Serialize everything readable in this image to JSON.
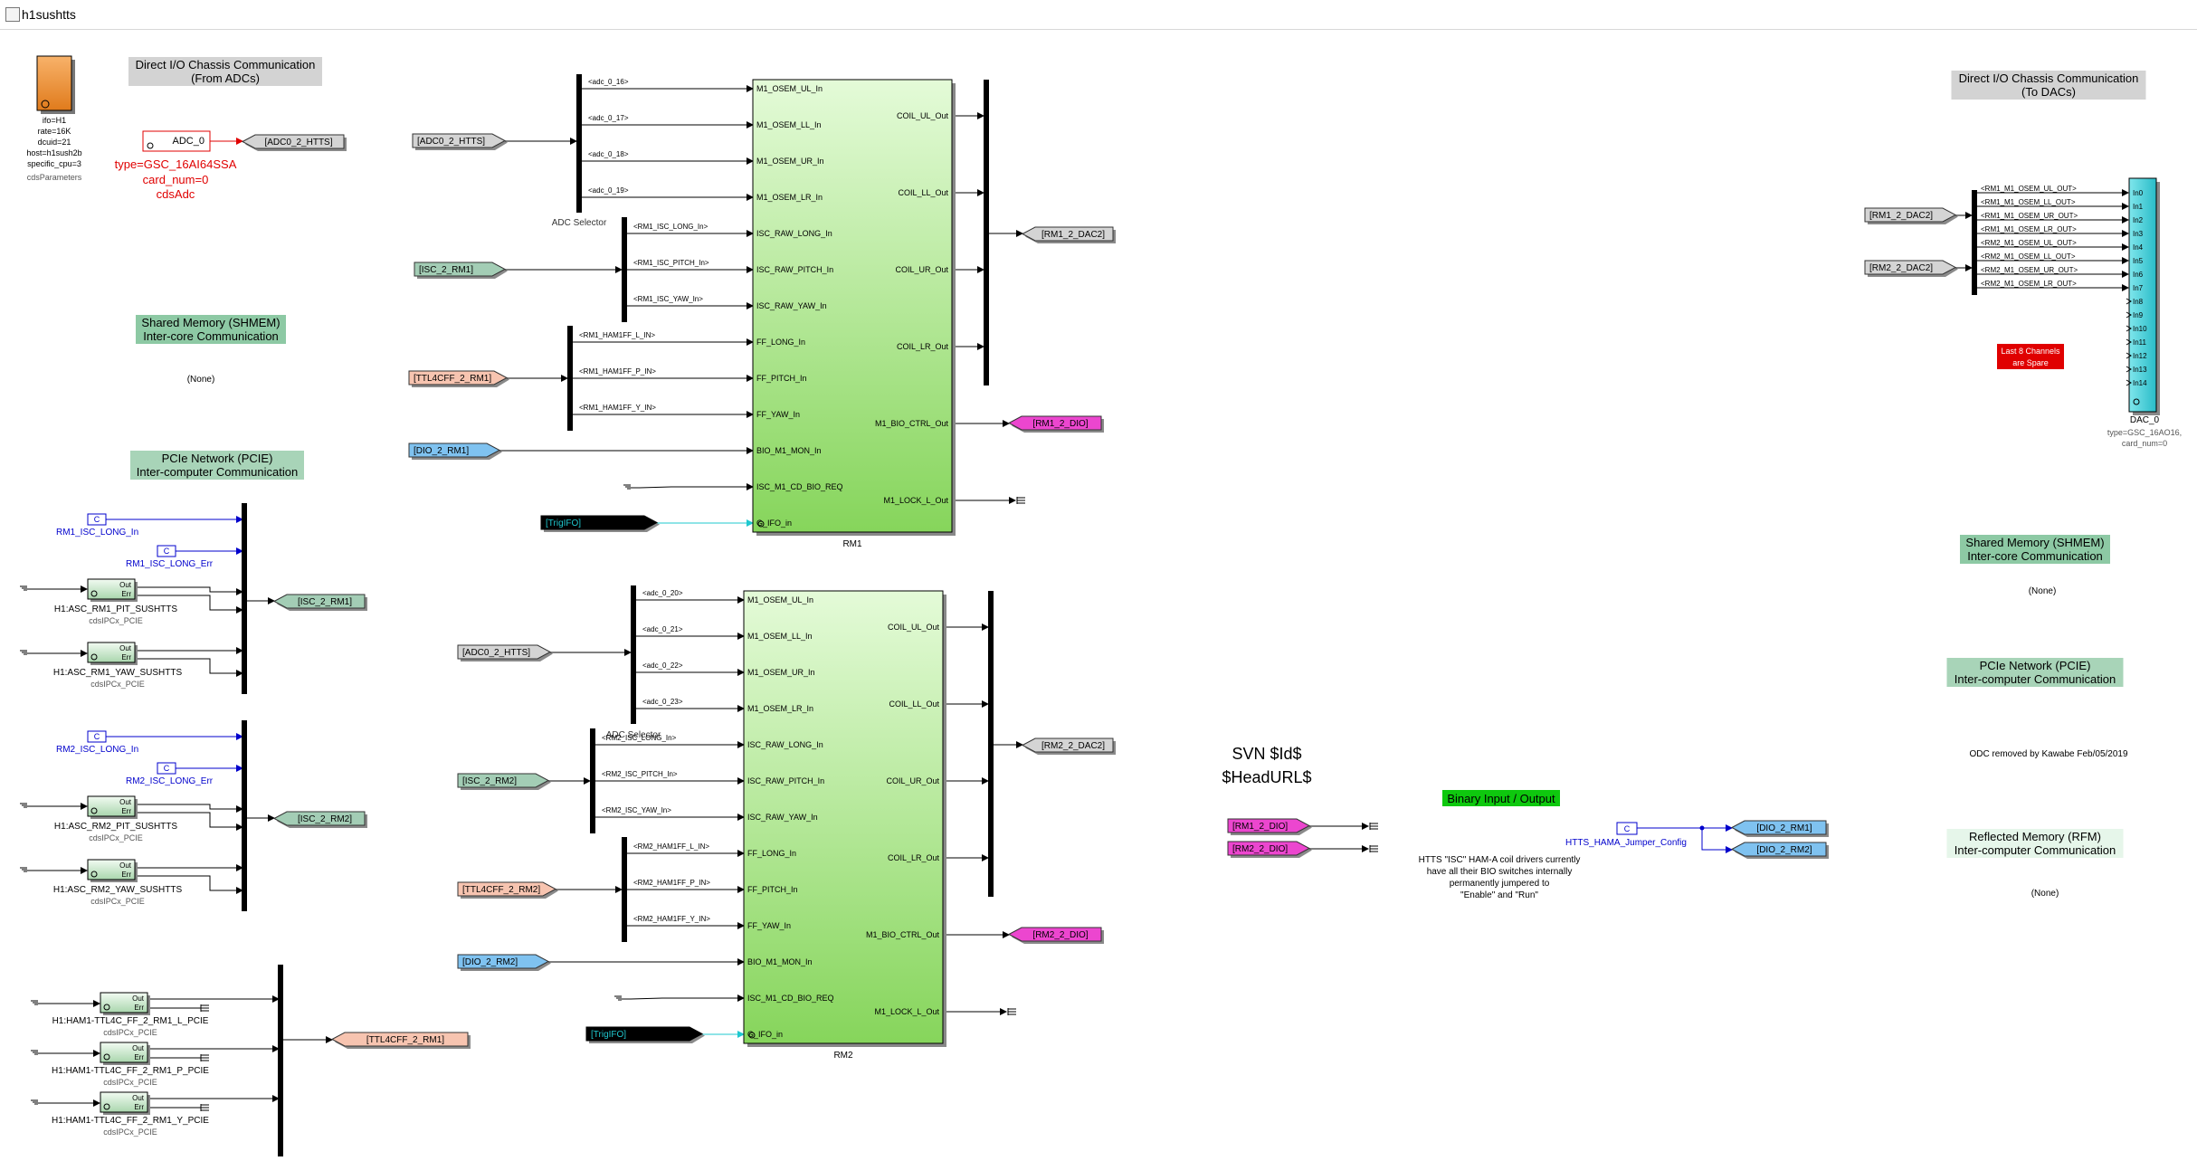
{
  "window": {
    "title": "h1sushtts"
  },
  "colors": {
    "goto_gray": "#d4d4d4",
    "goto_isc": "#a3cdb5",
    "goto_ttl": "#f7c4b0",
    "goto_dio_blue": "#7fc2f0",
    "goto_dio_magenta": "#ec46cf",
    "trig": "#000000",
    "trig_text": "#1fc8cf",
    "block_top": "#e4fbd8",
    "block_bottom": "#86d55b",
    "dac_cyan": "#4fd2dc",
    "ipc_block": "#cfe6d0",
    "red_note": "#e00000",
    "green_label": "#0ec80e"
  },
  "left": {
    "params_lines": [
      "ifo=H1",
      "rate=16K",
      "dcuid=21",
      "host=h1sush2b",
      "specific_cpu=3"
    ],
    "params_name": "cdsParameters",
    "direct_io_title": [
      "Direct I/O Chassis Communication",
      "(From ADCs)"
    ],
    "adc_block": "ADC_0",
    "adc_goto": "[ADC0_2_HTTS]",
    "adc_info": [
      "type=GSC_16AI64SSA",
      "card_num=0",
      "cdsAdc"
    ],
    "shmem_title": [
      "Shared Memory (SHMEM)",
      "Inter-core Communication"
    ],
    "none_text": "(None)",
    "pcie_title": [
      "PCIe Network (PCIE)",
      "Inter-computer Communication"
    ],
    "ipc_out": "Out",
    "ipc_err": "Err",
    "ipc_type": "cdsIPCx_PCIE",
    "ground_label": "C",
    "rm1_isc_long_in": "RM1_ISC_LONG_In",
    "rm1_isc_long_err": "RM1_ISC_LONG_Err",
    "rm1_pit": "H1:ASC_RM1_PIT_SUSHTTS",
    "rm1_yaw": "H1:ASC_RM1_YAW_SUSHTTS",
    "isc_rm1_goto": "[ISC_2_RM1]",
    "rm2_isc_long_in": "RM2_ISC_LONG_In",
    "rm2_isc_long_err": "RM2_ISC_LONG_Err",
    "rm2_pit": "H1:ASC_RM2_PIT_SUSHTTS",
    "rm2_yaw": "H1:ASC_RM2_YAW_SUSHTTS",
    "isc_rm2_goto": "[ISC_2_RM2]",
    "ham_l": "H1:HAM1-TTL4C_FF_2_RM1_L_PCIE",
    "ham_p": "H1:HAM1-TTL4C_FF_2_RM1_P_PCIE",
    "ham_y": "H1:HAM1-TTL4C_FF_2_RM1_Y_PCIE",
    "ttl_rm1_goto": "[TTL4CFF_2_RM1]"
  },
  "rm1": {
    "adc_from": "[ADC0_2_HTTS]",
    "adc_selector": "ADC Selector",
    "adc_sigs": [
      "<adc_0_16>",
      "<adc_0_17>",
      "<adc_0_18>",
      "<adc_0_19>"
    ],
    "isc_from": "[ISC_2_RM1]",
    "isc_sigs": [
      "<RM1_ISC_LONG_In>",
      "<RM1_ISC_PITCH_In>",
      "<RM1_ISC_YAW_In>"
    ],
    "ttl_from": "[TTL4CFF_2_RM1]",
    "ttl_sigs": [
      "<RM1_HAM1FF_L_IN>",
      "<RM1_HAM1FF_P_IN>",
      "<RM1_HAM1FF_Y_IN>"
    ],
    "dio_from": "[DIO_2_RM1]",
    "trig": "[TrigIFO]",
    "inputs": [
      "M1_OSEM_UL_In",
      "M1_OSEM_LL_In",
      "M1_OSEM_UR_In",
      "M1_OSEM_LR_In",
      "ISC_RAW_LONG_In",
      "ISC_RAW_PITCH_In",
      "ISC_RAW_YAW_In",
      "FF_LONG_In",
      "FF_PITCH_In",
      "FF_YAW_In",
      "BIO_M1_MON_In",
      "ISC_M1_CD_BIO_REQ",
      "G_IFO_in"
    ],
    "outputs": [
      "COIL_UL_Out",
      "COIL_LL_Out",
      "COIL_UR_Out",
      "COIL_LR_Out",
      "M1_BIO_CTRL_Out",
      "M1_LOCK_L_Out"
    ],
    "name": "RM1",
    "dac_goto": "[RM1_2_DAC2]",
    "dio_goto": "[RM1_2_DIO]"
  },
  "rm2": {
    "adc_from": "[ADC0_2_HTTS]",
    "adc_selector": "ADC Selector",
    "adc_sigs": [
      "<adc_0_20>",
      "<adc_0_21>",
      "<adc_0_22>",
      "<adc_0_23>"
    ],
    "isc_from": "[ISC_2_RM2]",
    "isc_sigs": [
      "<RM2_ISC_LONG_In>",
      "<RM2_ISC_PITCH_In>",
      "<RM2_ISC_YAW_In>"
    ],
    "ttl_from": "[TTL4CFF_2_RM2]",
    "ttl_sigs": [
      "<RM2_HAM1FF_L_IN>",
      "<RM2_HAM1FF_P_IN>",
      "<RM2_HAM1FF_Y_IN>"
    ],
    "dio_from": "[DIO_2_RM2]",
    "trig": "[TrigIFO]",
    "inputs": [
      "M1_OSEM_UL_In",
      "M1_OSEM_LL_In",
      "M1_OSEM_UR_In",
      "M1_OSEM_LR_In",
      "ISC_RAW_LONG_In",
      "ISC_RAW_PITCH_In",
      "ISC_RAW_YAW_In",
      "FF_LONG_In",
      "FF_PITCH_In",
      "FF_YAW_In",
      "BIO_M1_MON_In",
      "ISC_M1_CD_BIO_REQ",
      "G_IFO_in"
    ],
    "outputs": [
      "COIL_UL_Out",
      "COIL_LL_Out",
      "COIL_UR_Out",
      "COIL_LR_Out",
      "M1_BIO_CTRL_Out",
      "M1_LOCK_L_Out"
    ],
    "name": "RM2",
    "dac_goto": "[RM2_2_DAC2]",
    "dio_goto": "[RM2_2_DIO]"
  },
  "middle": {
    "svn": [
      "SVN $Id$",
      "$HeadURL$"
    ],
    "rm1_dio": "[RM1_2_DIO]",
    "rm2_dio": "[RM2_2_DIO]",
    "bio_title": "Binary Input / Output",
    "jumper_label": "HTTS_HAMA_Jumper_Config",
    "dio_rm1": "[DIO_2_RM1]",
    "dio_rm2": "[DIO_2_RM2]",
    "htts_note": [
      "HTTS \"ISC\" HAM-A coil drivers currently",
      "have all their BIO switches internally",
      "permanently jumpered to",
      "\"Enable\" and \"Run\""
    ]
  },
  "right": {
    "direct_io_title": [
      "Direct I/O Chassis Communication",
      "(To DACs)"
    ],
    "rm1_from": "[RM1_2_DAC2]",
    "rm2_from": "[RM2_2_DAC2]",
    "dac_sigs": [
      "<RM1_M1_OSEM_UL_OUT>",
      "<RM1_M1_OSEM_LL_OUT>",
      "<RM1_M1_OSEM_UR_OUT>",
      "<RM1_M1_OSEM_LR_OUT>",
      "<RM2_M1_OSEM_UL_OUT>",
      "<RM2_M1_OSEM_LL_OUT>",
      "<RM2_M1_OSEM_UR_OUT>",
      "<RM2_M1_OSEM_LR_OUT>"
    ],
    "dac_ports": [
      "In0",
      "In1",
      "In2",
      "In3",
      "In4",
      "In5",
      "In6",
      "In7",
      "In8",
      "In9",
      "In10",
      "In11",
      "In12",
      "In13",
      "In14"
    ],
    "spare_note": [
      "Last 8 Channels",
      "are Spare"
    ],
    "dac_name": "DAC_0",
    "dac_info": [
      "type=GSC_16AO16,",
      "card_num=0"
    ],
    "shmem_title": [
      "Shared Memory (SHMEM)",
      "Inter-core Communication"
    ],
    "none1": "(None)",
    "pcie_title": [
      "PCIe Network (PCIE)",
      "Inter-computer Communication"
    ],
    "odc_note": "ODC removed by Kawabe Feb/05/2019",
    "rfm_title": [
      "Reflected Memory (RFM)",
      "Inter-computer Communication"
    ],
    "none2": "(None)"
  }
}
